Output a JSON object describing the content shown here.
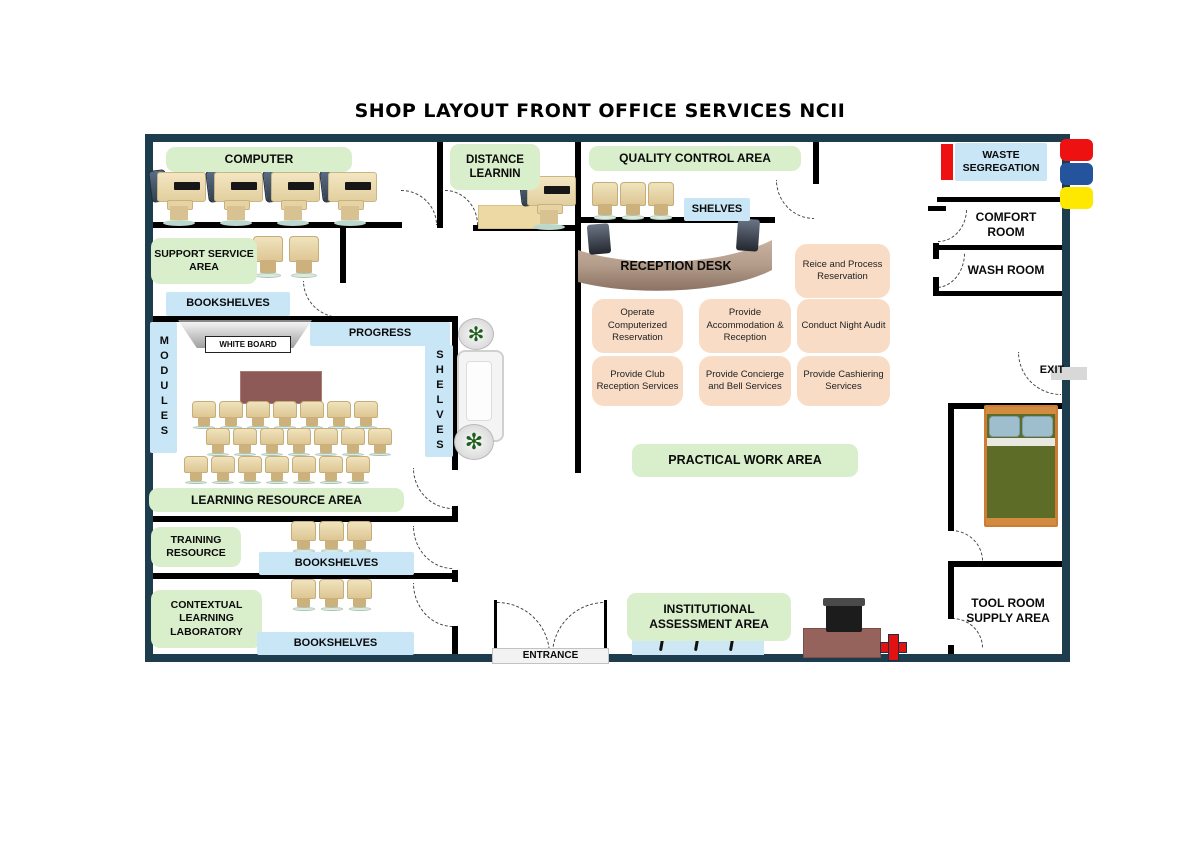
{
  "title": "SHOP LAYOUT FRONT OFFICE SERVICES NCII",
  "labels": {
    "computer": "COMPUTER",
    "distance_learning": "DISTANCE LEARNIN",
    "quality_control": "QUALITY CONTROL AREA",
    "shelves": "SHELVES",
    "waste_segregation": "WASTE SEGREGATION",
    "comfort_room": "COMFORT ROOM",
    "wash_room": "WASH ROOM",
    "support_service": "SUPPORT SERVICE AREA",
    "bookshelves": "BOOKSHELVES",
    "modules": "MODULES",
    "white_board": "WHITE BOARD",
    "progress": "PROGRESS",
    "reception_desk": "RECEPTION DESK",
    "practical_work": "PRACTICAL WORK AREA",
    "exit": "EXIT",
    "entrance": "ENTRANCE",
    "learning_resource": "LEARNING RESOURCE AREA",
    "training_resource": "TRAINING RESOURCE",
    "contextual_lab": "CONTEXTUAL LEARNING LABORATORY",
    "institutional": "INSTITUTIONAL ASSESSMENT AREA",
    "tool_room": "TOOL ROOM SUPPLY AREA"
  },
  "tasks": {
    "receive_process": "Reice and Process Reservation",
    "operate_reservation": "Operate Computerized Reservation",
    "accommodation": "Provide Accommodation & Reception",
    "night_audit": "Conduct Night Audit",
    "club_reception": "Provide Club Reception Services",
    "concierge_bell": "Provide Concierge and Bell Services",
    "cashiering": "Provide Cashiering Services"
  },
  "legend": {
    "waste_bins": [
      "#ee1111",
      "#24549b",
      "#ffe800"
    ]
  },
  "colors": {
    "wall_outer": "#1d3c4e",
    "wall_inner": "#000000",
    "label_green": "#d9eeca",
    "label_blue": "#c9e6f6",
    "task_peach": "#f8dcc6",
    "waste_bar_red": "#ee1111",
    "first_aid_red": "#e31212"
  },
  "furniture": {
    "computer_stations": 4,
    "support_chairs": 2,
    "qc_chairs": 3,
    "learning_rows": [
      7,
      7,
      7
    ],
    "training_chairs": 3,
    "contextual_chairs": 3,
    "assessment_marks": 3
  }
}
